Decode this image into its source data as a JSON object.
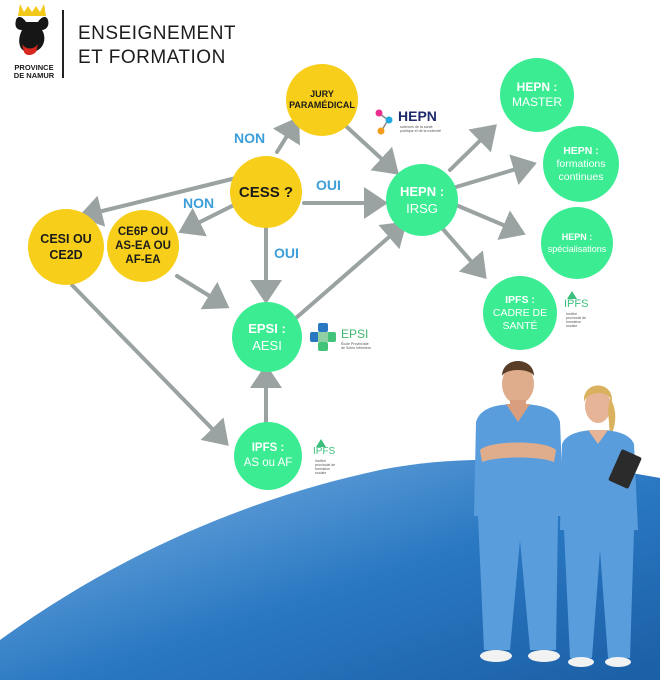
{
  "header": {
    "brand_line1": "PROVINCE",
    "brand_line2": "DE NAMUR",
    "title_line1": "ENSEIGNEMENT",
    "title_line2": "ET FORMATION"
  },
  "nodes": {
    "jury": {
      "line1": "JURY",
      "line2": "PARAMÉDICAL"
    },
    "cess": {
      "line1": "CESS ?"
    },
    "cesi": {
      "line1": "CESI OU",
      "line2": "CE2D"
    },
    "ce6p": {
      "line1": "CE6P OU",
      "line2": "AS-EA OU",
      "line3": "AF-EA"
    },
    "epsi": {
      "line1": "EPSI :",
      "line2": "AESI"
    },
    "ipfs_as": {
      "line1": "IPFS :",
      "line2": "AS ou AF"
    },
    "hepn_irsg": {
      "line1": "HEPN :",
      "line2": "IRSG"
    },
    "hepn_master": {
      "line1": "HEPN :",
      "line2": "MASTER"
    },
    "hepn_formations": {
      "line1": "HEPN :",
      "line2": "formations",
      "line3": "continues"
    },
    "hepn_specialisations": {
      "line1": "HEPN :",
      "line2": "spécialisations"
    },
    "ipfs_cadre": {
      "line1": "IPFS :",
      "line2": "CADRE DE",
      "line3": "SANTÉ"
    }
  },
  "edge_labels": {
    "non_top": "NON",
    "non_mid": "NON",
    "oui_right": "OUI",
    "oui_down": "OUI"
  },
  "logos": {
    "hepn": {
      "name": "HEPN",
      "line1": "sciences de la santé",
      "line2": "publique et de la motricité"
    },
    "epsi": {
      "name": "EPSI",
      "line1": "École Provinciale",
      "line2": "de Soins Infirmiers"
    },
    "ipfs_small": {
      "name": "IPFS",
      "line1": "Institut",
      "line2": "provincial de",
      "line3": "formation",
      "line4": "sociale"
    },
    "ipfs_cadre": {
      "name": "IPFS",
      "line1": "Institut",
      "line2": "provincial de",
      "line3": "formation",
      "line4": "sociale"
    }
  },
  "colors": {
    "yellow_node": "#f7cf1b",
    "green_node": "#3cec93",
    "arrow": "#9aa3a2",
    "label_blue": "#3c9ed9",
    "wave_blue": "#2a78c2",
    "scrubs": "#5a9ddc"
  }
}
